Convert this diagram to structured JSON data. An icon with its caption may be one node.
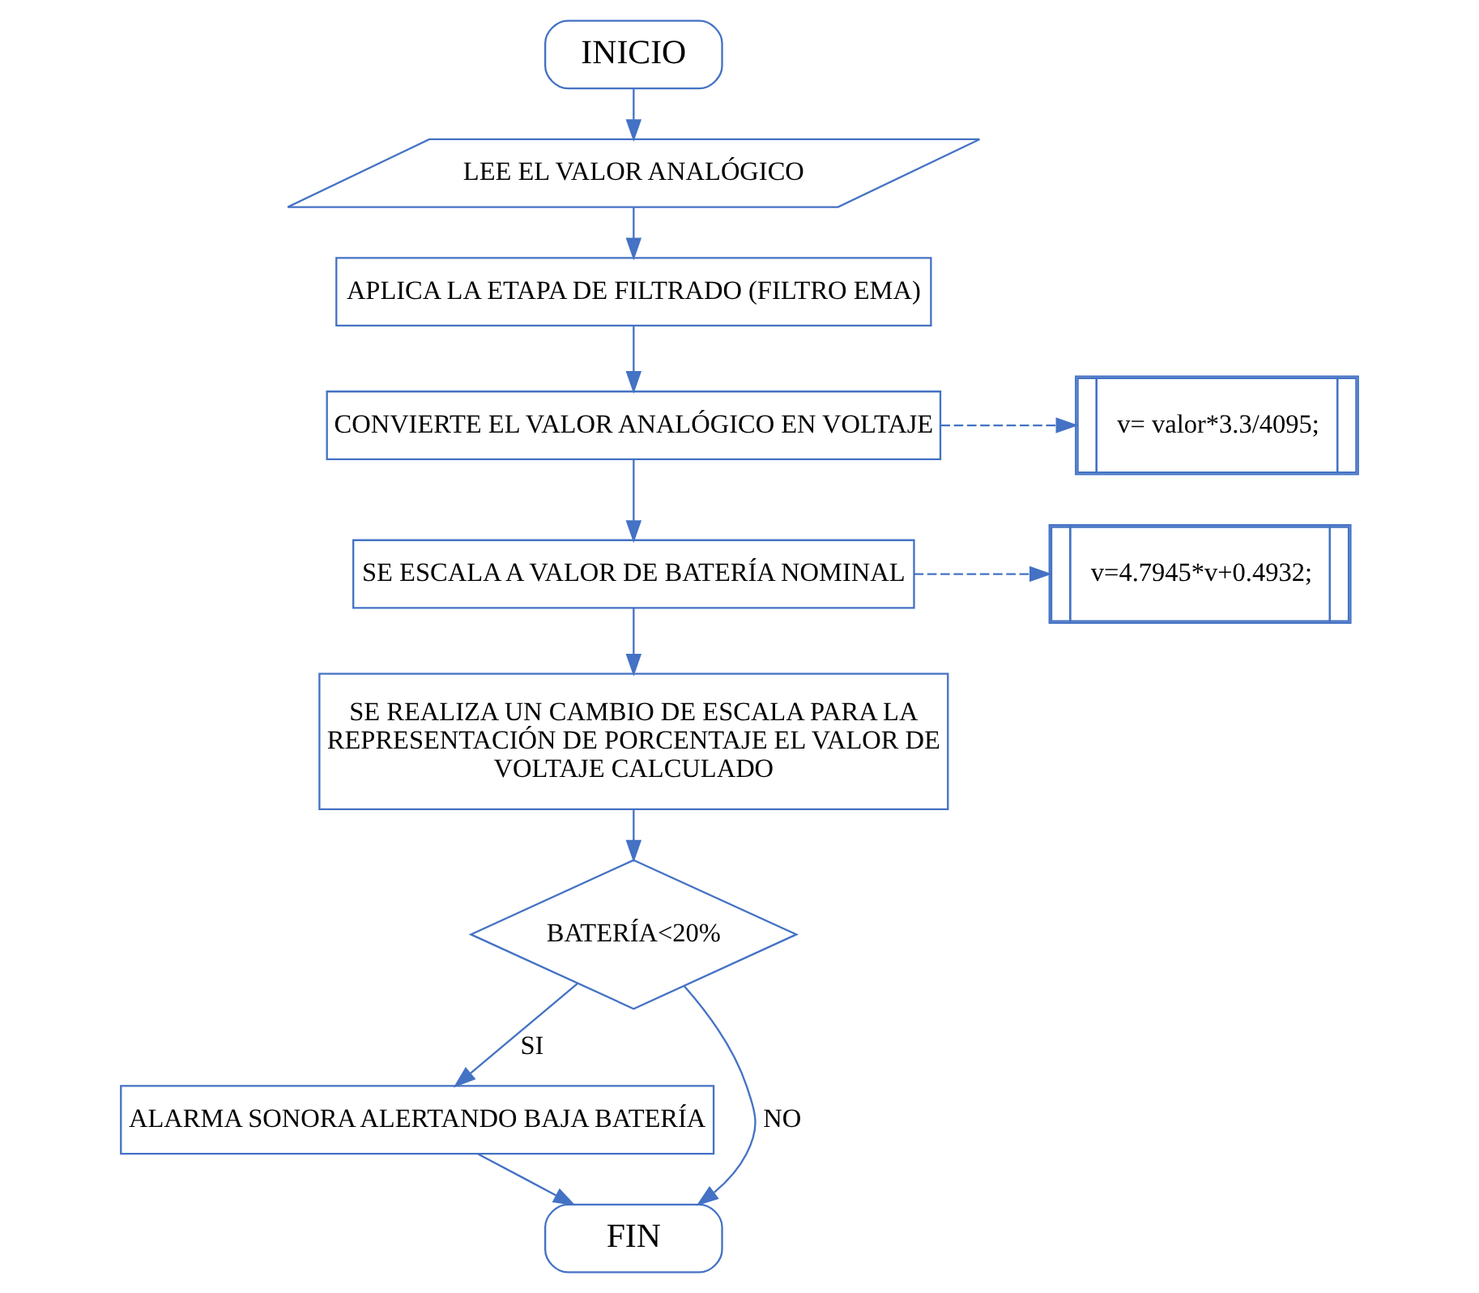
{
  "diagram": {
    "nodes": [
      {
        "text": [
          "INICIO"
        ]
      },
      {
        "text": [
          "LEE EL VALOR ANALÓGICO"
        ]
      },
      {
        "text": [
          "APLICA LA ETAPA DE FILTRADO (FILTRO EMA)"
        ]
      },
      {
        "text": [
          "CONVIERTE EL VALOR ANALÓGICO EN VOLTAJE"
        ]
      },
      {
        "text": [
          "v= valor*3.3/4095;"
        ]
      },
      {
        "text": [
          "SE ESCALA A VALOR DE BATERÍA NOMINAL"
        ]
      },
      {
        "text": [
          "v=4.7945*v+0.4932;"
        ]
      },
      {
        "text": [
          "SE REALIZA UN CAMBIO DE ESCALA PARA LA REPRESENTACIÓN DE PORCENTAJE EL VALOR DE VOLTAJE CALCULADO"
        ]
      },
      {
        "text": [
          "BATERÍA<20%"
        ]
      },
      {
        "text": [
          "ALARMA SONORA ALERTANDO BAJA BATERÍA"
        ]
      },
      {
        "text": [
          "FIN"
        ]
      }
    ],
    "edges": [
      {
        "from": 0,
        "to": 1,
        "arrow": "to"
      },
      {
        "from": 1,
        "to": 2,
        "arrow": "to"
      },
      {
        "from": 2,
        "to": 3,
        "arrow": "to"
      },
      {
        "from": 3,
        "to": 4,
        "arrow": "to",
        "style": "dashed"
      },
      {
        "from": 3,
        "to": 5,
        "arrow": "to"
      },
      {
        "from": 5,
        "to": 6,
        "arrow": "to",
        "style": "dashed"
      },
      {
        "from": 5,
        "to": 7,
        "arrow": "to"
      },
      {
        "from": 7,
        "to": 8,
        "arrow": "to"
      },
      {
        "from": 8,
        "to": 9,
        "arrow": "to",
        "label": "SI"
      },
      {
        "from": 9,
        "to": 10,
        "arrow": "to"
      },
      {
        "from": 8,
        "to": 10,
        "arrow": "to",
        "label": "NO"
      }
    ]
  }
}
